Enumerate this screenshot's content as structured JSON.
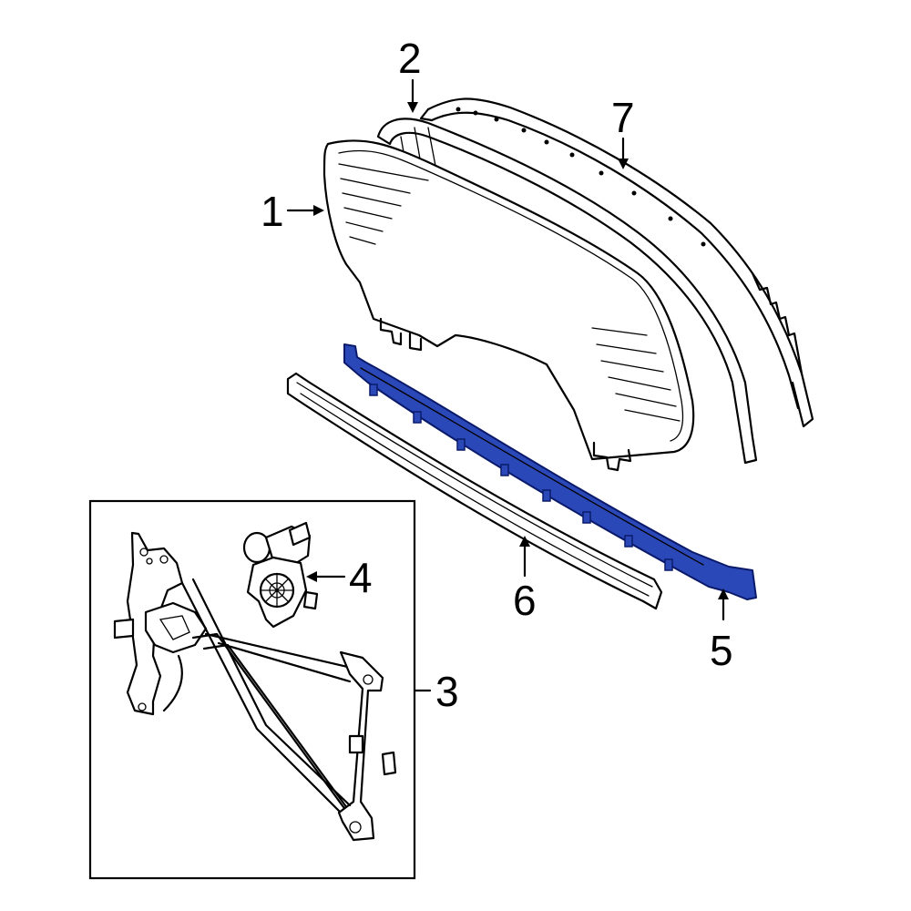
{
  "colors": {
    "line": "#000000",
    "background": "#ffffff",
    "highlight_fill": "#2b48b8",
    "highlight_stroke": "#0a1a6b"
  },
  "highlighted_part": "5",
  "callouts": {
    "c1": "1",
    "c2": "2",
    "c3": "3",
    "c4": "4",
    "c5": "5",
    "c6": "6",
    "c7": "7"
  }
}
